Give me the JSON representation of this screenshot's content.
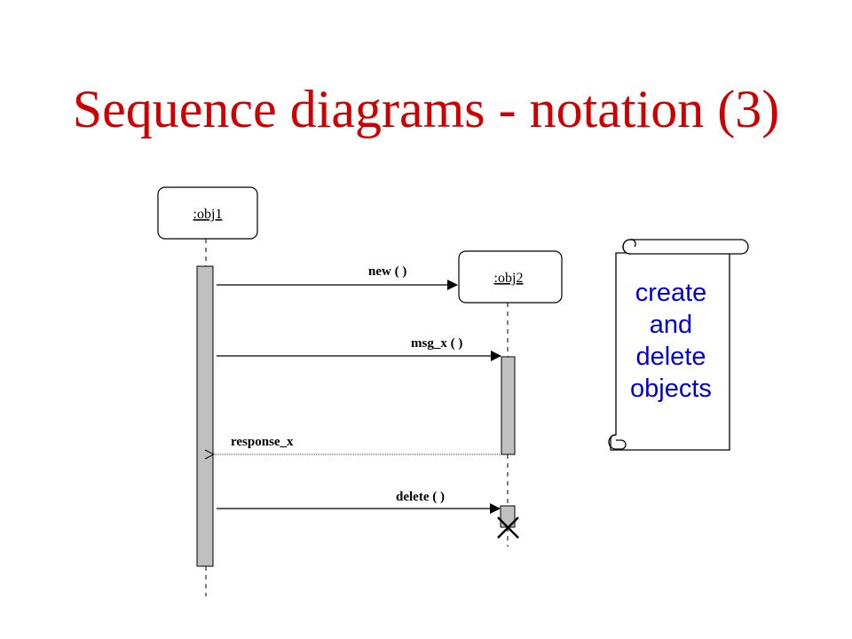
{
  "title": "Sequence diagrams - notation (3)",
  "colors": {
    "title": "#cc0000",
    "note_text": "#0000cc",
    "activation": "#c0c0c0",
    "line": "#000000"
  },
  "objects": [
    {
      "label": ":obj1"
    },
    {
      "label": ":obj2"
    }
  ],
  "messages": [
    {
      "label": "new (  )",
      "kind": "create"
    },
    {
      "label": "msg_x (  )",
      "kind": "synchronous"
    },
    {
      "label": "response_x",
      "kind": "return"
    },
    {
      "label": "delete (  )",
      "kind": "destroy"
    }
  ],
  "note": {
    "lines": [
      "create",
      "and",
      "delete",
      "objects"
    ]
  }
}
